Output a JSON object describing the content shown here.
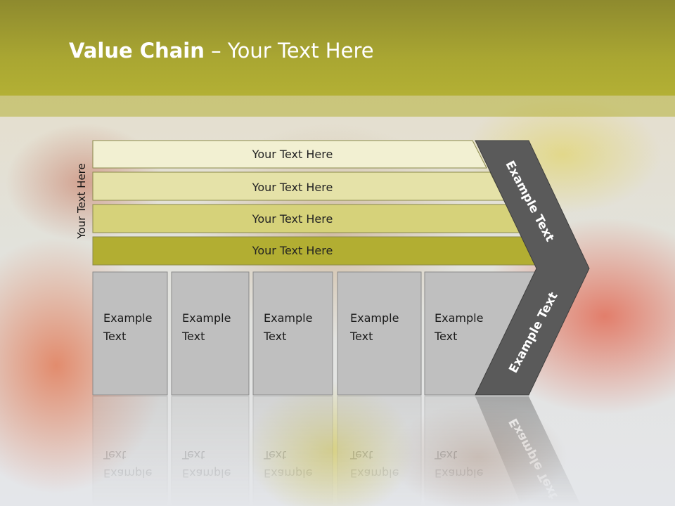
{
  "slide": {
    "title_bold": "Value Chain",
    "title_rest": " – Your Text Here",
    "side_label": "Your Text Here"
  },
  "bars": [
    {
      "label": "Your Text Here",
      "color": "#f2f0d2"
    },
    {
      "label": "Your Text Here",
      "color": "#e5e2a8"
    },
    {
      "label": "Your Text Here",
      "color": "#d6d27a"
    },
    {
      "label": "Your Text Here",
      "color": "#b2ae32"
    }
  ],
  "boxes": [
    {
      "line1": "Example",
      "line2": "Text"
    },
    {
      "line1": "Example",
      "line2": "Text"
    },
    {
      "line1": "Example",
      "line2": "Text"
    },
    {
      "line1": "Example",
      "line2": "Text"
    },
    {
      "line1": "Example",
      "line2": "Text"
    }
  ],
  "arrow": {
    "upper_label": "Example Text",
    "lower_label": "Example Text",
    "color": "#5a5a5a"
  },
  "colors": {
    "header": "#a9a632",
    "box_fill": "#bfbfbf",
    "box_border": "#8a8a8a"
  }
}
